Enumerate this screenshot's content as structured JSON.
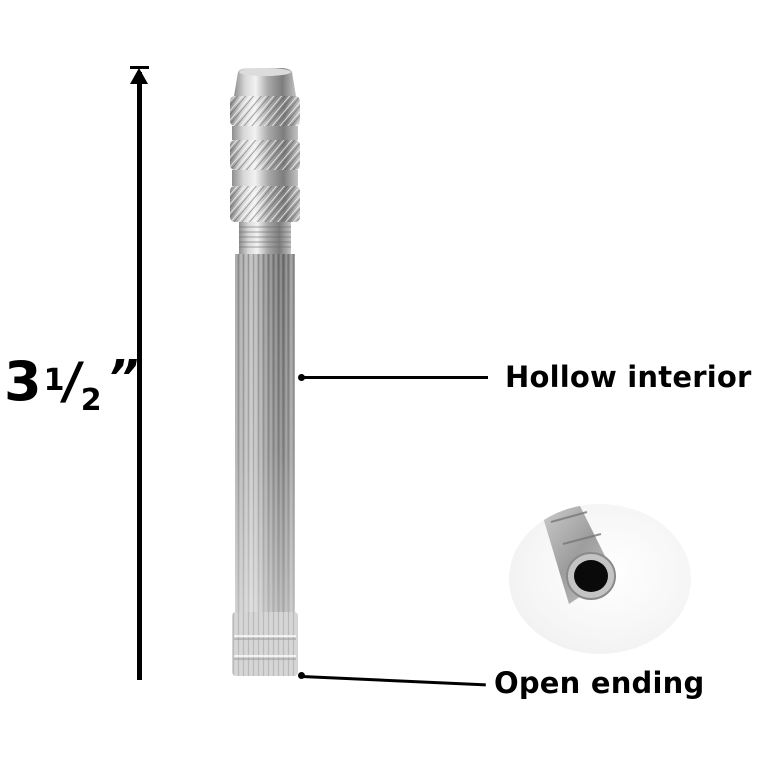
{
  "dimension": {
    "whole": "3",
    "numerator": "1",
    "slash": "/",
    "denominator": "2",
    "unit_symbol": "”",
    "full_text": "3 1/2\""
  },
  "callouts": [
    {
      "label": "Hollow interior"
    },
    {
      "label": "Open ending"
    }
  ],
  "product": {
    "name": "pin vise / hand drill",
    "material_color": "#b8b8b8"
  },
  "inset": {
    "description": "close-up of open hollow tube end"
  }
}
